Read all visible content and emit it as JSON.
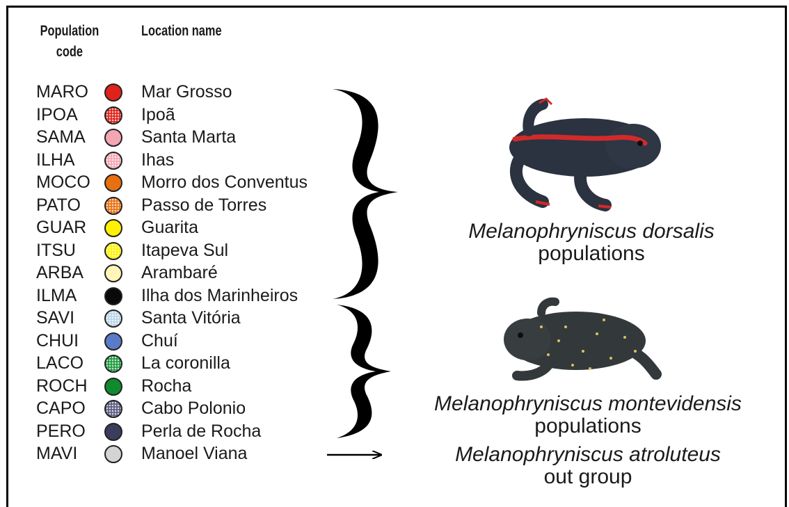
{
  "header": {
    "code_line1": "Population",
    "code_line2": "code",
    "location": "Location name"
  },
  "populations": [
    {
      "code": "MARO",
      "name": "Mar Grosso",
      "color": "#e0221c",
      "pattern": "solid"
    },
    {
      "code": "IPOA",
      "name": "Ipoã",
      "color": "#e0221c",
      "pattern": "dotted"
    },
    {
      "code": "SAMA",
      "name": "Santa Marta",
      "color": "#f4a6b2",
      "pattern": "solid"
    },
    {
      "code": "ILHA",
      "name": "Ihas",
      "color": "#f4a6b2",
      "pattern": "dotted"
    },
    {
      "code": "MOCO",
      "name": "Morro dos Conventus",
      "color": "#e87010",
      "pattern": "solid"
    },
    {
      "code": "PATO",
      "name": "Passo de Torres",
      "color": "#e87010",
      "pattern": "dotted"
    },
    {
      "code": "GUAR",
      "name": "Guarita",
      "color": "#fff200",
      "pattern": "solid"
    },
    {
      "code": "ITSU",
      "name": "Itapeva Sul",
      "color": "#fff200",
      "pattern": "dotted"
    },
    {
      "code": "ARBA",
      "name": "Arambaré",
      "color": "#fff6b8",
      "pattern": "solid"
    },
    {
      "code": "ILMA",
      "name": "Ilha dos Marinheiros",
      "color": "#0a0a0a",
      "pattern": "solid"
    },
    {
      "code": "SAVI",
      "name": "Santa Vitória",
      "color": "#b9d6e6",
      "pattern": "dotted"
    },
    {
      "code": "CHUI",
      "name": "Chuí",
      "color": "#5a7cc8",
      "pattern": "solid"
    },
    {
      "code": "LACO",
      "name": "La coronilla",
      "color": "#1e9a3e",
      "pattern": "dotted"
    },
    {
      "code": "ROCH",
      "name": "Rocha",
      "color": "#0f8a2e",
      "pattern": "solid"
    },
    {
      "code": "CAPO",
      "name": "Cabo Polonio",
      "color": "#5b5b80",
      "pattern": "dotted"
    },
    {
      "code": "PERO",
      "name": "Perla de Rocha",
      "color": "#3c3c5c",
      "pattern": "solid"
    },
    {
      "code": "MAVI",
      "name": "Manoel Viana",
      "color": "#d4d4d4",
      "pattern": "solid"
    }
  ],
  "groups": [
    {
      "species": "Melanophryniscus dorsalis",
      "label": "populations",
      "photo": "red-striped dark toad"
    },
    {
      "species": "Melanophryniscus montevidensis",
      "label": "populations",
      "photo": "dark toad with yellow spots"
    },
    {
      "species": "Melanophryniscus atroluteus",
      "label": "out group"
    }
  ]
}
